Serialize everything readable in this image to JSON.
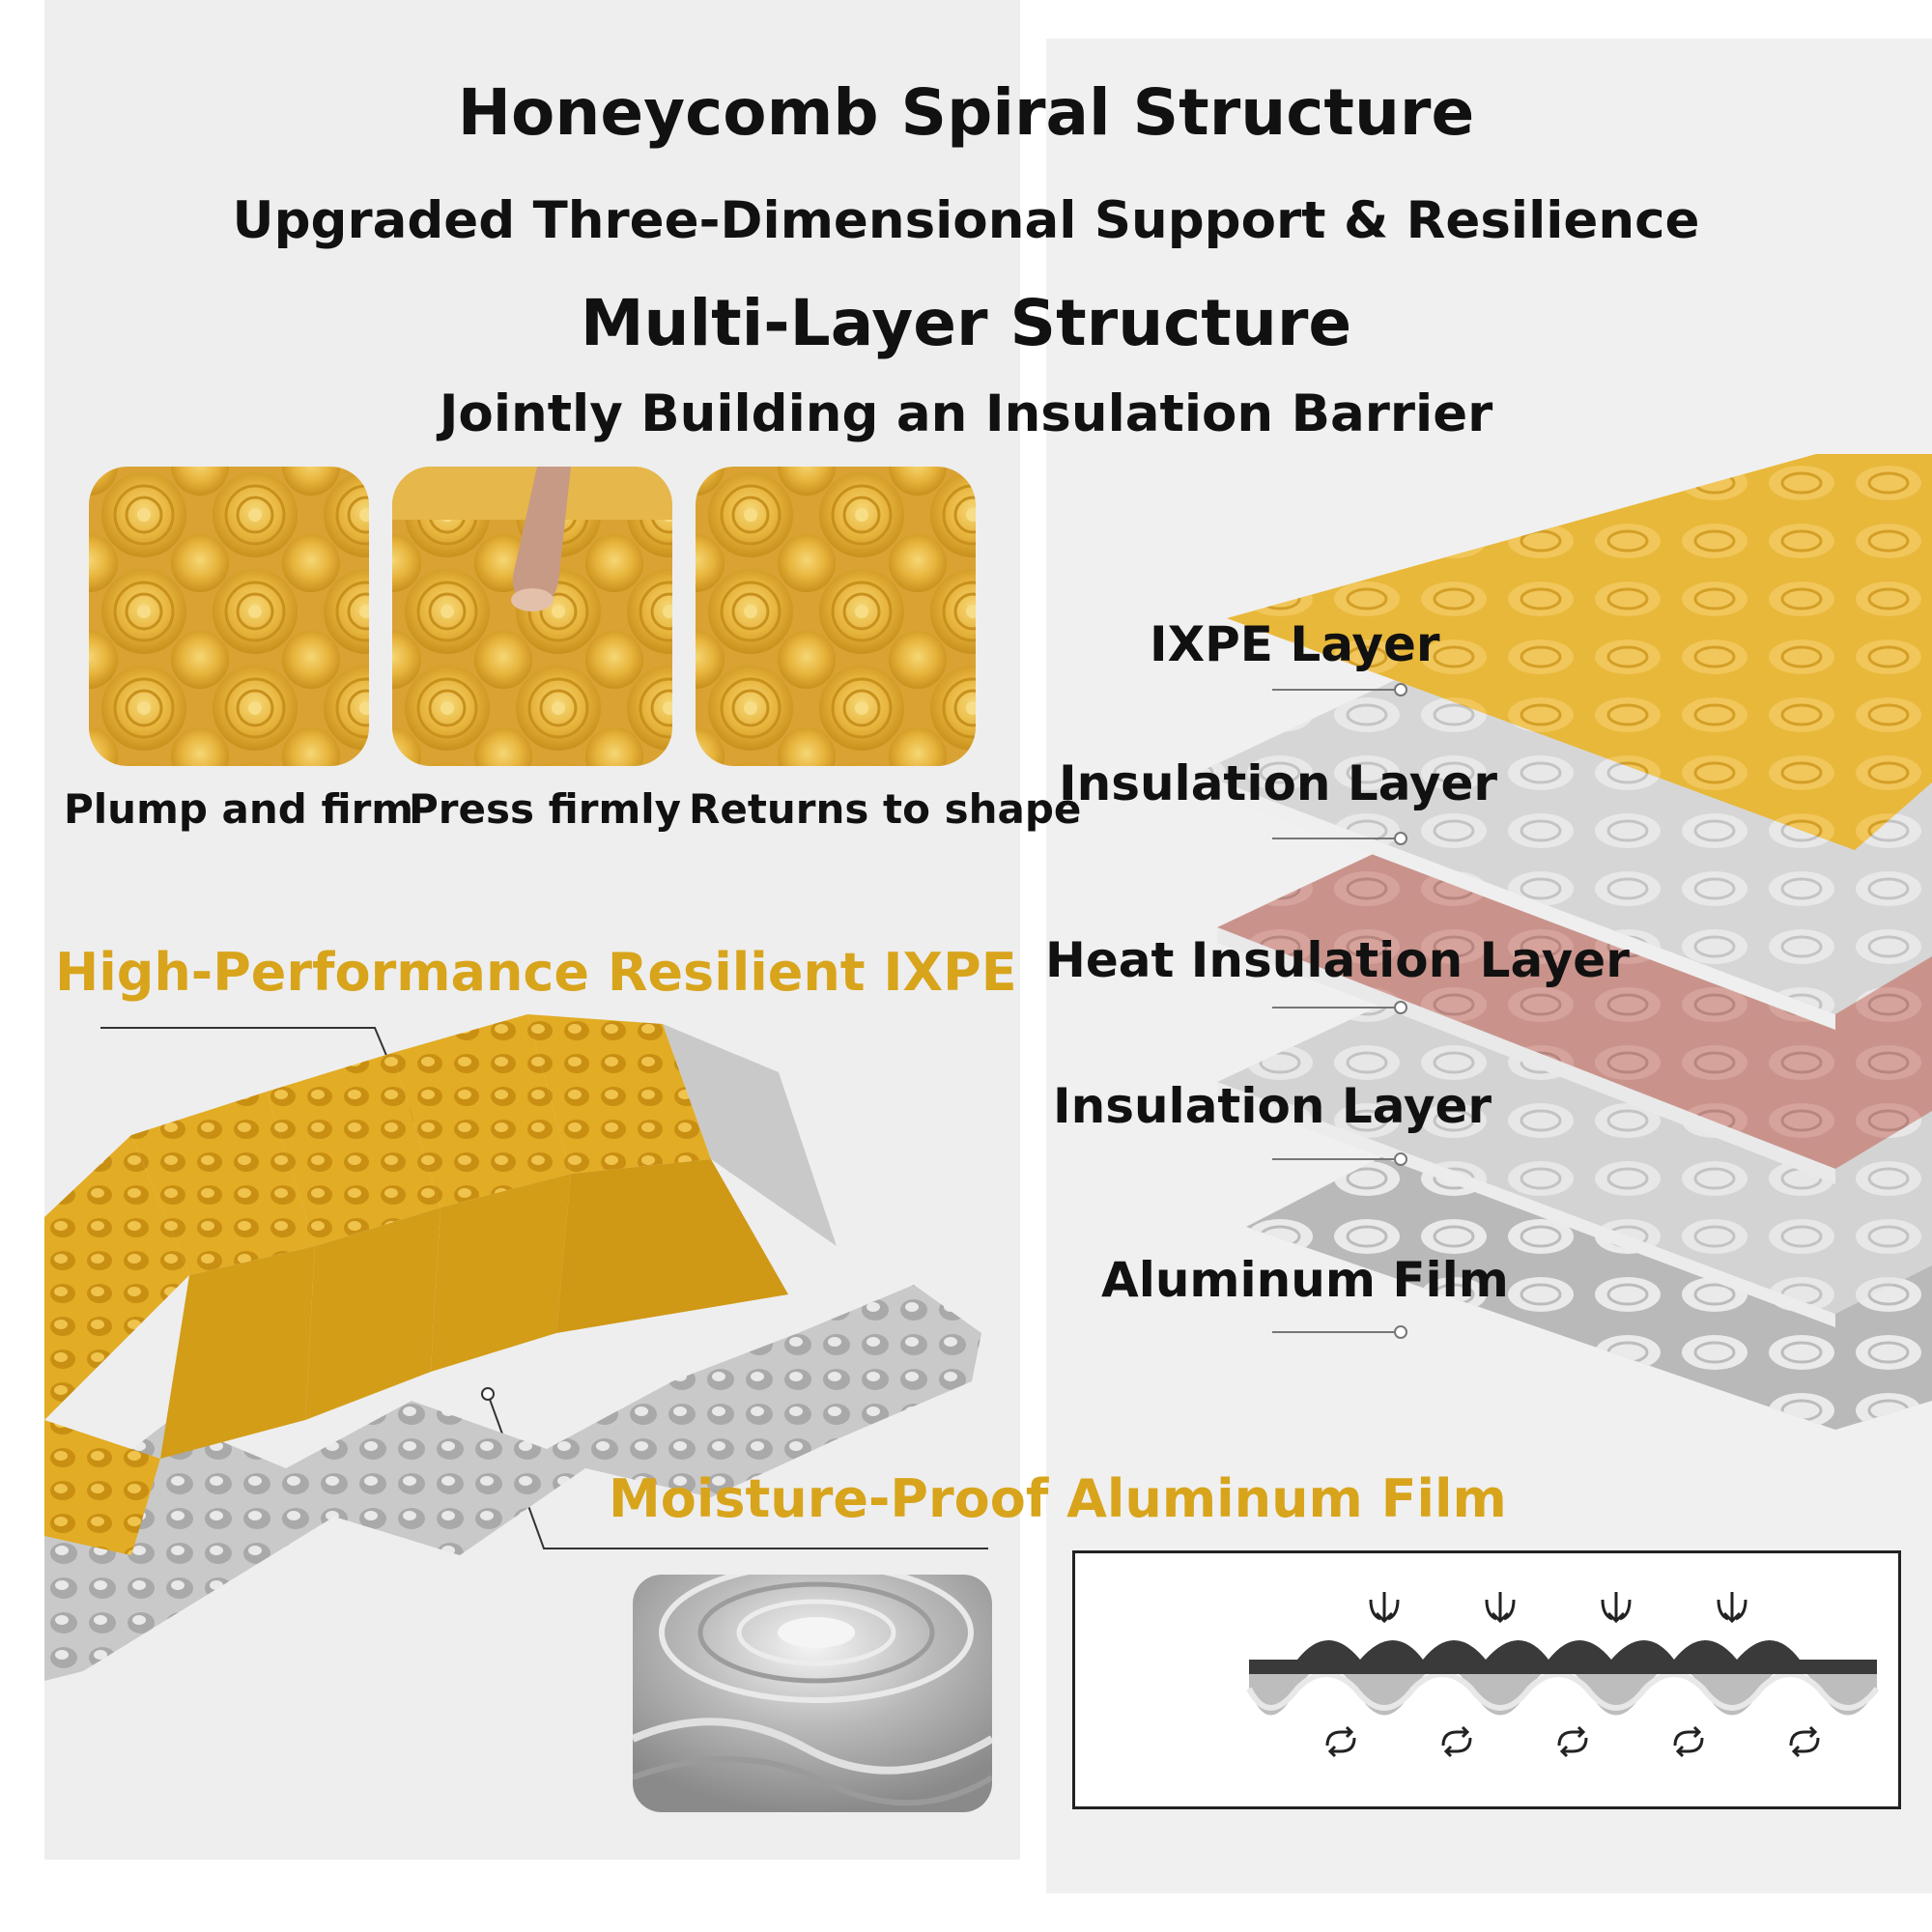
{
  "headings": {
    "line1": "Honeycomb Spiral Structure",
    "line2": "Upgraded Three-Dimensional Support & Resilience",
    "line3": "Multi-Layer Structure",
    "line4": "Jointly Building an Insulation Barrier"
  },
  "resilience_demo": [
    {
      "caption": "Plump and firm"
    },
    {
      "caption": "Press firmly"
    },
    {
      "caption": "Returns to shape"
    }
  ],
  "callouts": {
    "ixpe": "High-Performance Resilient IXPE",
    "aluminum": "Moisture-Proof Aluminum Film"
  },
  "layers": [
    {
      "label": "IXPE Layer",
      "color": "#e8b83a"
    },
    {
      "label": "Insulation Layer",
      "color": "#d6d6d6"
    },
    {
      "label": "Heat Insulation Layer",
      "color": "#c9938c"
    },
    {
      "label": "Insulation Layer",
      "color": "#d6d6d6"
    },
    {
      "label": "Aluminum Film",
      "color": "#c4c4c4"
    }
  ],
  "colors": {
    "gold_text": "#d8a41c",
    "ixpe_yellow": "#e8b83a",
    "aluminum_silver": "#c8c8c8",
    "panel_gray": "#eeeeee"
  },
  "diagram": {
    "down_arrow_icon": "down-arrows-icon",
    "cycle_icon": "circulation-icon"
  }
}
